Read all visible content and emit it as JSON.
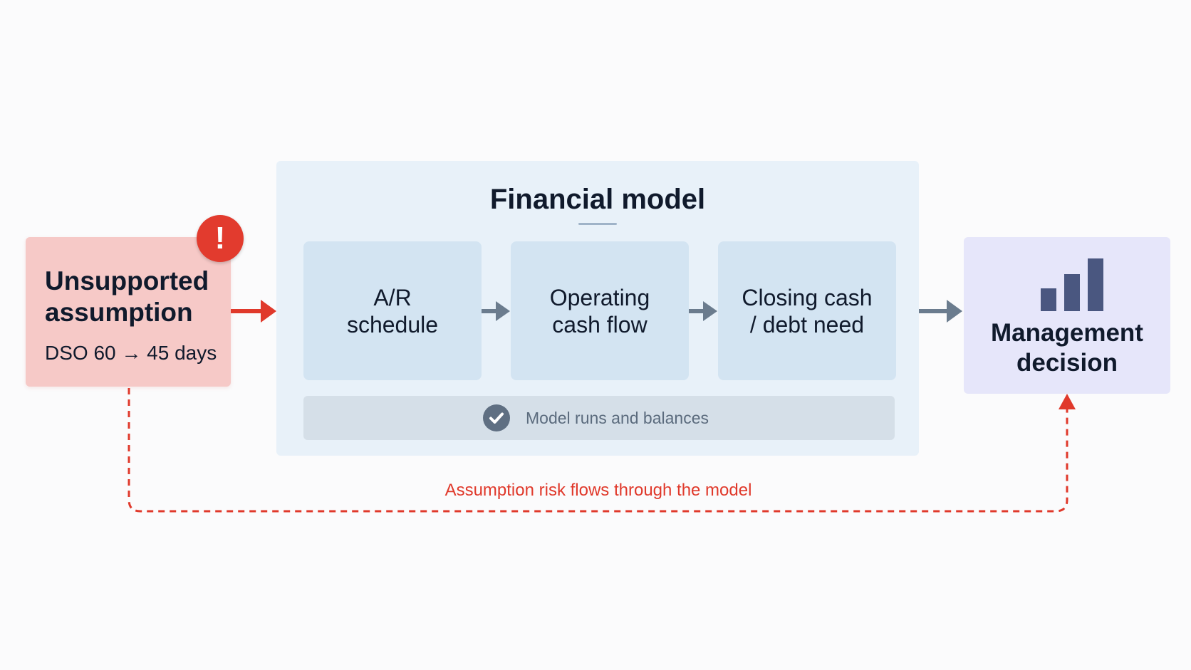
{
  "assumption": {
    "title": "Unsupported assumption",
    "detail": "DSO 60 → 45 days",
    "alert_glyph": "!"
  },
  "financial_model": {
    "title": "Financial model",
    "steps": [
      {
        "label": "A/R\nschedule"
      },
      {
        "label": "Operating\ncash flow"
      },
      {
        "label": "Closing cash\n/ debt need"
      }
    ],
    "status": {
      "icon": "check-circle-icon",
      "text": "Model runs and balances"
    }
  },
  "decision": {
    "icon": "bar-chart-icon",
    "label": "Management\ndecision"
  },
  "risk_flow": {
    "label": "Assumption risk flows through the model"
  },
  "colors": {
    "risk_red": "#e0392b",
    "flow_gray": "#6b7c8e",
    "assumption_fill": "#f6c9c7",
    "model_fill": "#e8f1f9",
    "step_fill": "#d3e4f2",
    "decision_fill": "#e6e6fa",
    "icon_navy": "#4a5780"
  }
}
